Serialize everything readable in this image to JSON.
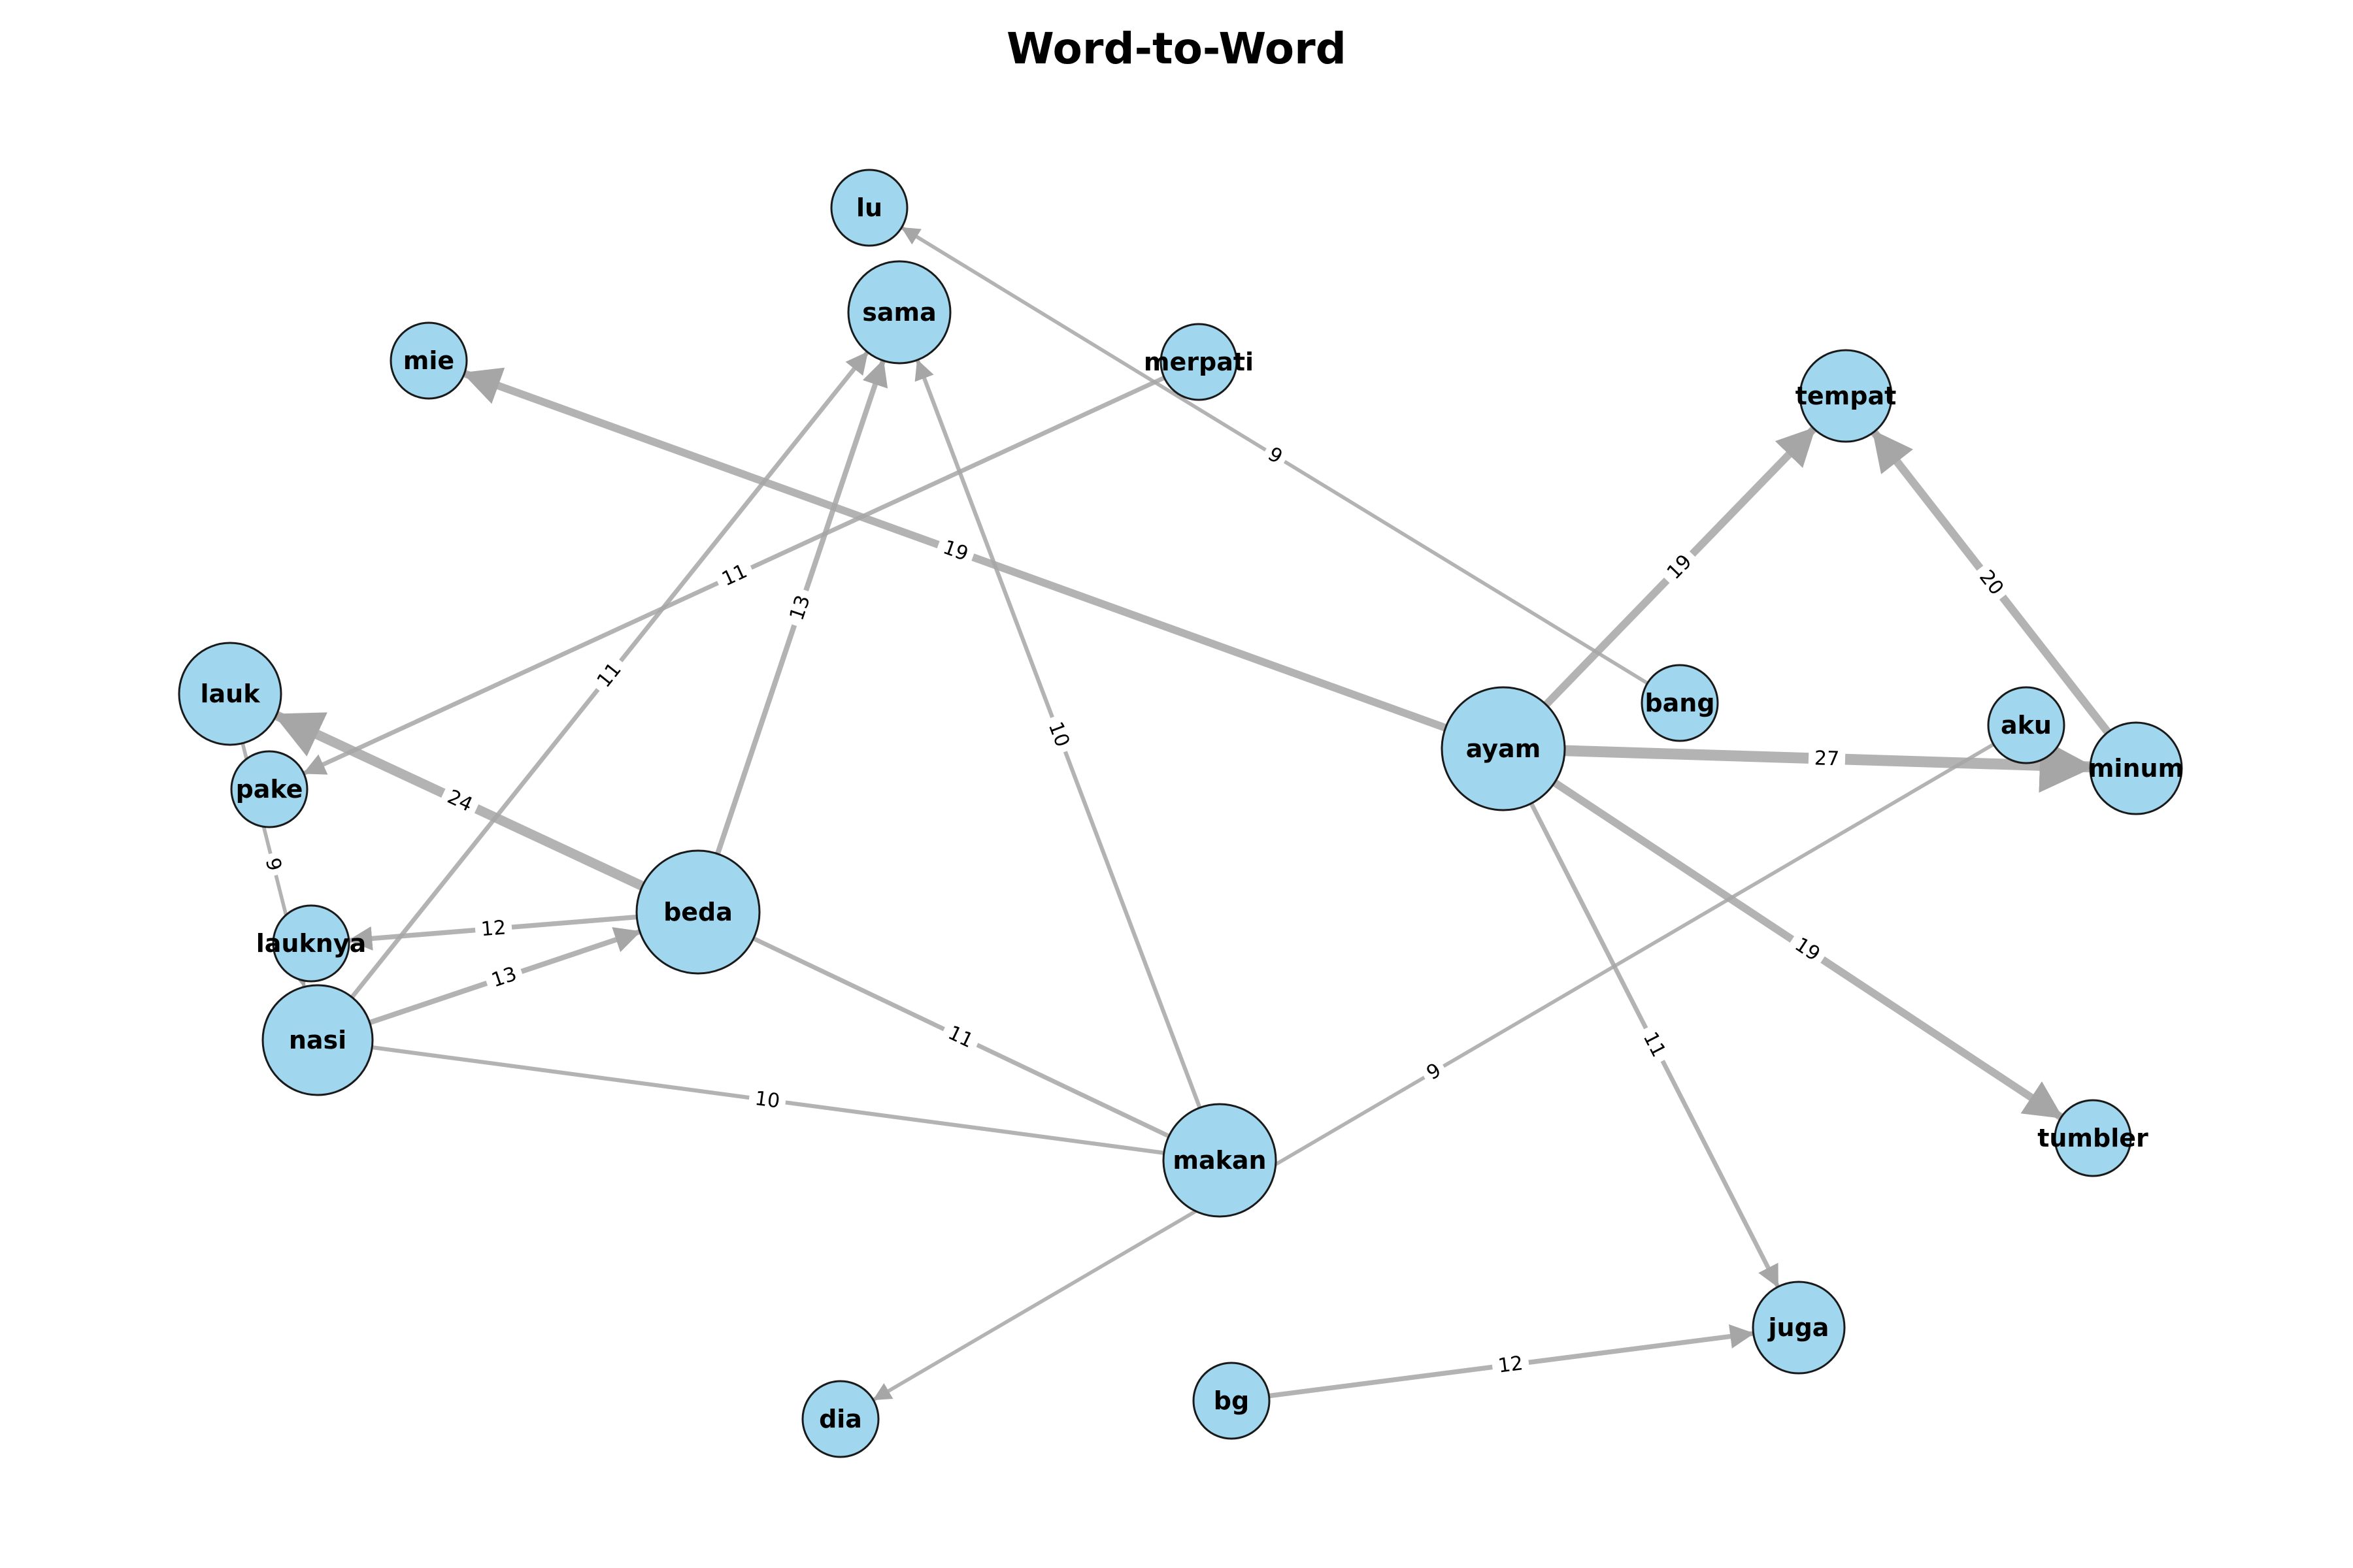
{
  "title": "Word-to-Word",
  "colors": {
    "node_fill": "#a0d6ee",
    "node_stroke": "#1a1a1a",
    "edge": "#a6a6a6",
    "background": "#ffffff"
  },
  "nodes": [
    {
      "id": "lu",
      "label": "lu"
    },
    {
      "id": "sama",
      "label": "sama"
    },
    {
      "id": "mie",
      "label": "mie"
    },
    {
      "id": "merpati",
      "label": "merpati"
    },
    {
      "id": "tempat",
      "label": "tempat"
    },
    {
      "id": "lauk",
      "label": "lauk"
    },
    {
      "id": "pake",
      "label": "pake"
    },
    {
      "id": "bang",
      "label": "bang"
    },
    {
      "id": "ayam",
      "label": "ayam"
    },
    {
      "id": "aku",
      "label": "aku"
    },
    {
      "id": "minum",
      "label": "minum"
    },
    {
      "id": "beda",
      "label": "beda"
    },
    {
      "id": "lauknya",
      "label": "lauknya"
    },
    {
      "id": "nasi",
      "label": "nasi"
    },
    {
      "id": "makan",
      "label": "makan"
    },
    {
      "id": "tumbler",
      "label": "tumbler"
    },
    {
      "id": "juga",
      "label": "juga"
    },
    {
      "id": "bg",
      "label": "bg"
    },
    {
      "id": "dia",
      "label": "dia"
    }
  ],
  "edges": [
    {
      "source": "bang",
      "target": "lu",
      "weight": "9"
    },
    {
      "source": "ayam",
      "target": "mie",
      "weight": "19"
    },
    {
      "source": "merpati",
      "target": "pake",
      "weight": "11"
    },
    {
      "source": "ayam",
      "target": "tempat",
      "weight": "19"
    },
    {
      "source": "minum",
      "target": "tempat",
      "weight": "20"
    },
    {
      "source": "ayam",
      "target": "minum",
      "weight": "27"
    },
    {
      "source": "ayam",
      "target": "tumbler",
      "weight": "19"
    },
    {
      "source": "ayam",
      "target": "juga",
      "weight": "11"
    },
    {
      "source": "beda",
      "target": "lauk",
      "weight": "24"
    },
    {
      "source": "beda",
      "target": "sama",
      "weight": "13"
    },
    {
      "source": "beda",
      "target": "lauknya",
      "weight": "12"
    },
    {
      "source": "beda",
      "target": "makan",
      "weight": "11"
    },
    {
      "source": "nasi",
      "target": "sama",
      "weight": "11"
    },
    {
      "source": "nasi",
      "target": "beda",
      "weight": "13"
    },
    {
      "source": "nasi",
      "target": "makan",
      "weight": "10"
    },
    {
      "source": "makan",
      "target": "sama",
      "weight": "10"
    },
    {
      "source": "lauk",
      "target": "nasi",
      "weight": "9"
    },
    {
      "source": "aku",
      "target": "dia",
      "weight": "9"
    },
    {
      "source": "bg",
      "target": "juga",
      "weight": "12"
    }
  ]
}
